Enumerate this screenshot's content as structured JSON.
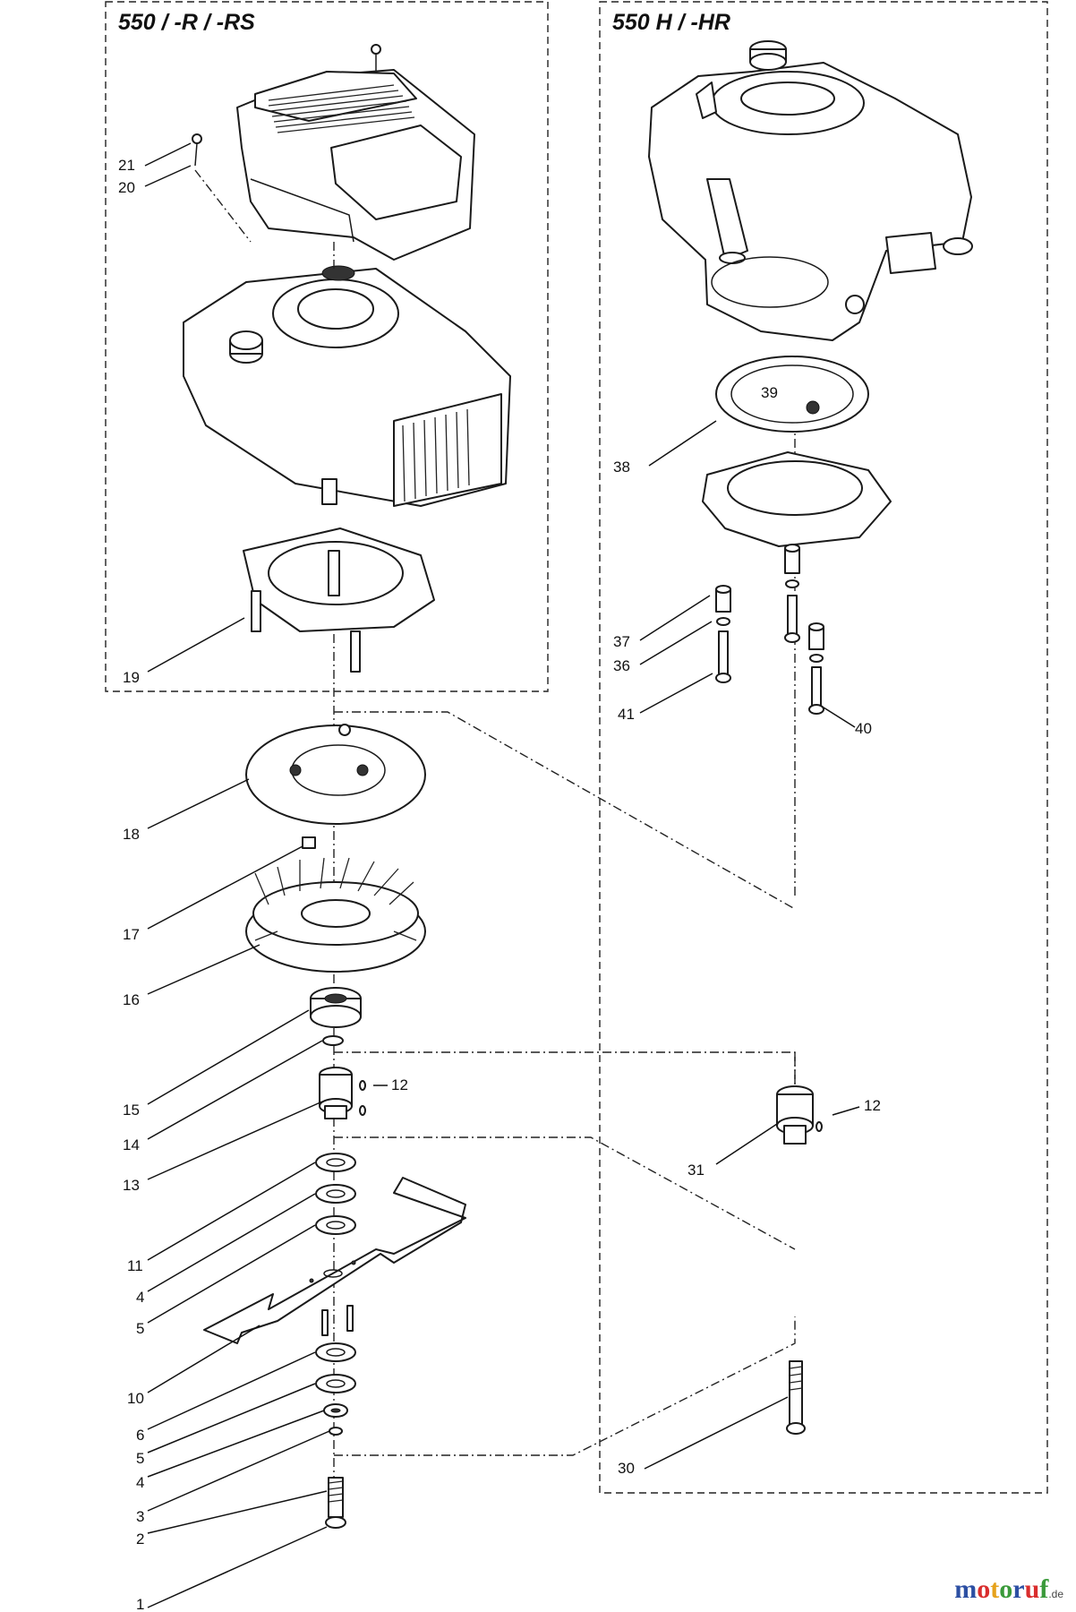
{
  "sections": [
    {
      "title": "550 / -R / -RS"
    },
    {
      "title": "550 H / -HR"
    }
  ],
  "callouts": {
    "1": "1",
    "2": "2",
    "3": "3",
    "4a": "4",
    "5a": "5",
    "6": "6",
    "10": "10",
    "5b": "5",
    "4b": "4",
    "11": "11",
    "13": "13",
    "14": "14",
    "15": "15",
    "12a": "12",
    "16": "16",
    "17": "17",
    "18": "18",
    "19": "19",
    "20": "20",
    "21": "21",
    "30": "30",
    "31": "31",
    "12b": "12",
    "36": "36",
    "37": "37",
    "38": "38",
    "39": "39",
    "40": "40",
    "41": "41"
  },
  "watermark": {
    "brand": "motoruf",
    "tld": ".de",
    "colors": [
      "#2c4fa3",
      "#d92d2d",
      "#e6a21c",
      "#3a9a3a",
      "#2c4fa3",
      "#d92d2d",
      "#3a9a3a"
    ]
  }
}
